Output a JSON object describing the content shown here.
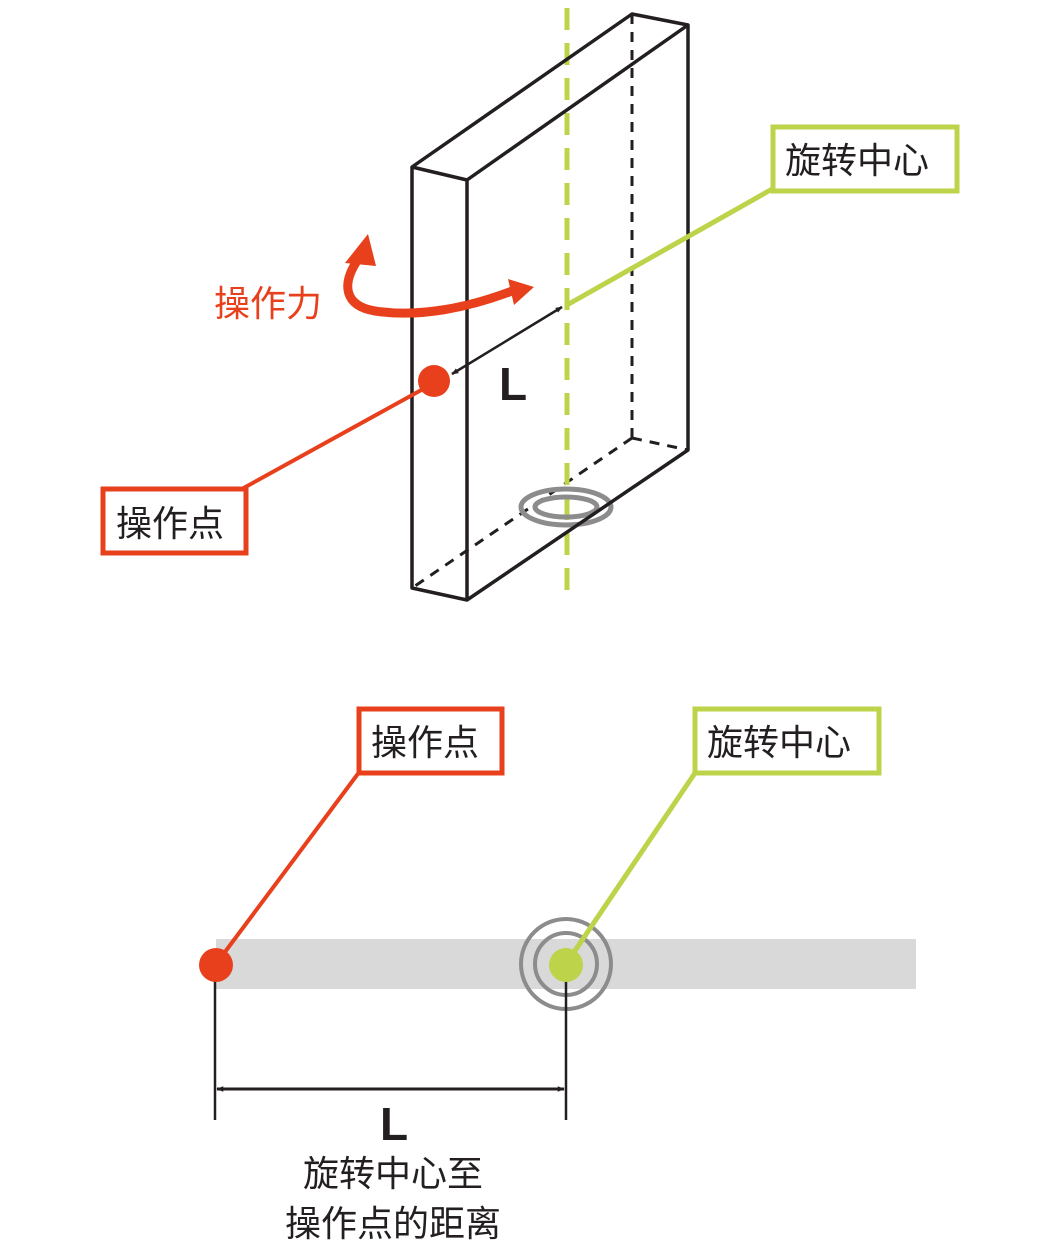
{
  "top_diagram": {
    "force_label": "操作力",
    "distance_label": "L",
    "operation_point_label": "操作点",
    "rotation_center_label": "旋转中心"
  },
  "bottom_diagram": {
    "operation_point_label": "操作点",
    "rotation_center_label": "旋转中心",
    "distance_label": "L",
    "caption_line1": "旋转中心至",
    "caption_line2": "操作点的距离"
  },
  "colors": {
    "operation_point": "#e8401c",
    "rotation_center": "#bcd34a",
    "outline": "#231f20",
    "pivot_ring": "#8c8c8c",
    "bar": "#d9d9d9"
  }
}
